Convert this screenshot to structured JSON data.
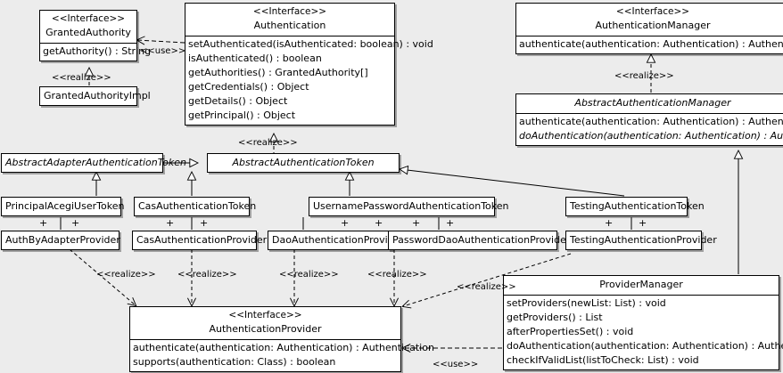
{
  "diagram": {
    "type": "uml-class-diagram",
    "background_color": "#ececec",
    "box_fill": "#ffffff",
    "line_color": "#000000"
  },
  "classes": {
    "granted_authority": {
      "stereotype": "<<Interface>>",
      "name": "GrantedAuthority",
      "members": [
        "getAuthority() : String"
      ]
    },
    "granted_authority_impl": {
      "name": "GrantedAuthorityImpl"
    },
    "authentication": {
      "stereotype": "<<Interface>>",
      "name": "Authentication",
      "members": [
        "setAuthenticated(isAuthenticated: boolean) : void",
        "isAuthenticated() : boolean",
        "getAuthorities() : GrantedAuthority[]",
        "getCredentials() : Object",
        "getDetails() : Object",
        "getPrincipal() : Object"
      ]
    },
    "authentication_manager": {
      "stereotype": "<<Interface>>",
      "name": "AuthenticationManager",
      "members": [
        "authenticate(authentication: Authentication) : Authentication"
      ]
    },
    "abstract_authentication_manager": {
      "name": "AbstractAuthenticationManager",
      "members": [
        "authenticate(authentication: Authentication) : Authentication",
        "doAuthentication(authentication: Authentication) : Authentication"
      ]
    },
    "abstract_adapter_authentication_token": {
      "name": "AbstractAdapterAuthenticationToken"
    },
    "abstract_authentication_token": {
      "name": "AbstractAuthenticationToken"
    },
    "principal_acegi_user_token": {
      "name": "PrincipalAcegiUserToken"
    },
    "cas_authentication_token": {
      "name": "CasAuthenticationToken"
    },
    "username_password_authentication_token": {
      "name": "UsernamePasswordAuthenticationToken"
    },
    "testing_authentication_token": {
      "name": "TestingAuthenticationToken"
    },
    "auth_by_adapter_provider": {
      "name": "AuthByAdapterProvider"
    },
    "cas_authentication_provider": {
      "name": "CasAuthenticationProvider"
    },
    "dao_authentication_provider": {
      "name": "DaoAuthenticationProvider"
    },
    "password_dao_authentication_provider": {
      "name": "PasswordDaoAuthenticationProvider"
    },
    "testing_authentication_provider": {
      "name": "TestingAuthenticationProvider"
    },
    "authentication_provider": {
      "stereotype": "<<Interface>>",
      "name": "AuthenticationProvider",
      "members": [
        "authenticate(authentication: Authentication) : Authentication",
        "supports(authentication: Class) : boolean"
      ]
    },
    "provider_manager": {
      "name": "ProviderManager",
      "members": [
        "setProviders(newList: List) : void",
        "getProviders() : List",
        "afterPropertiesSet() : void",
        "doAuthentication(authentication: Authentication) : Authentication",
        "checkIfValidList(listToCheck: List) : void"
      ]
    }
  },
  "edge_labels": {
    "use_authentication_grantedauthority": "<<use>>",
    "realize_grantedauthorityimpl": "<<realize>>",
    "realize_abstractauthenticationtoken": "<<realize>>",
    "realize_abstractauthenticationmanager": "<<realize>>",
    "realize_authbyadapter": "<<realize>>",
    "realize_cas": "<<realize>>",
    "realize_dao": "<<realize>>",
    "realize_passworddao": "<<realize>>",
    "realize_providermanager": "<<realize>>",
    "use_providermanager_authenticationprovider": "<<use>>"
  },
  "association_markers": {
    "plus": "+"
  }
}
